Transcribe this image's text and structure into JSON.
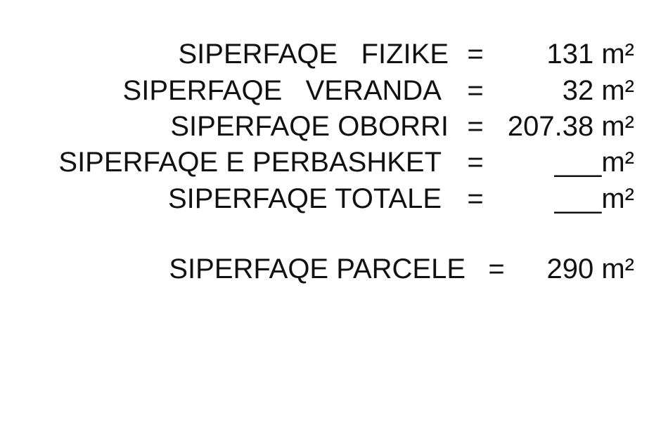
{
  "rows": [
    {
      "label": "SIPERFAQE   FIZIKE",
      "equals": "=",
      "value": "131 m²"
    },
    {
      "label": "SIPERFAQE   VERANDA",
      "equals": "=",
      "value": "32 m²"
    },
    {
      "label": "SIPERFAQE OBORRI",
      "equals": "=",
      "value": "207.38 m²"
    },
    {
      "label": "SIPERFAQE E PERBASHKET",
      "equals": "=",
      "value": "___m²"
    },
    {
      "label": "SIPERFAQE TOTALE",
      "equals": "=",
      "value": "___m²"
    }
  ],
  "parcel": {
    "label": "SIPERFAQE PARCELE",
    "equals": "=",
    "value": "290 m²"
  }
}
